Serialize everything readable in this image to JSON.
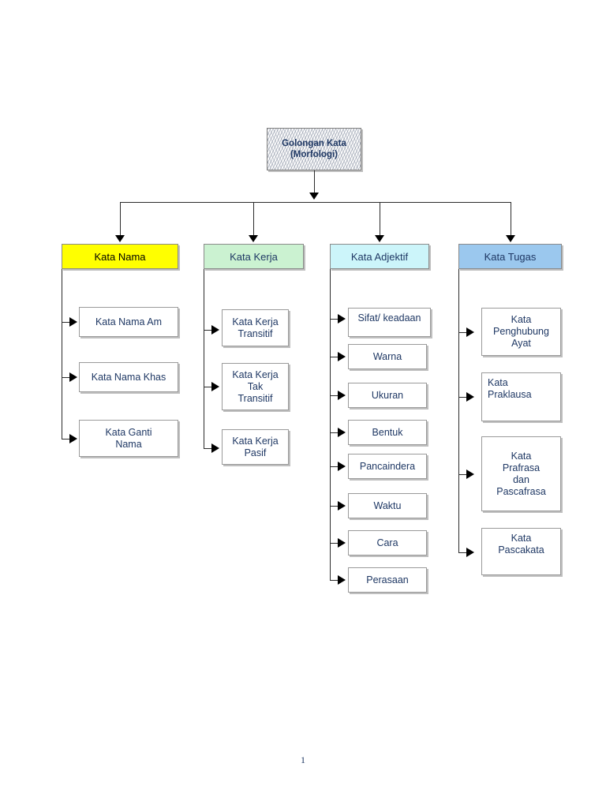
{
  "document": {
    "page_number": "1"
  },
  "diagram": {
    "type": "tree",
    "root": {
      "line1": "Golongan Kata",
      "line2": "(Morfologi)",
      "fill": "#f2f2f2",
      "text_color": "#1F3864"
    },
    "branches": [
      {
        "label": "Kata Nama",
        "fill": "#FFFF00",
        "text_color": "#000000",
        "children": [
          {
            "label": "Kata Nama Am"
          },
          {
            "label": "Kata Nama Khas"
          },
          {
            "label": "Kata Ganti\nNama"
          }
        ]
      },
      {
        "label": "Kata Kerja",
        "fill": "#CBF2D1",
        "text_color": "#1F3864",
        "children": [
          {
            "label": "Kata Kerja\nTransitif"
          },
          {
            "label": "Kata Kerja\nTak\nTransitif"
          },
          {
            "label": "Kata Kerja\nPasif"
          }
        ]
      },
      {
        "label": "Kata Adjektif",
        "fill": "#CCF5FA",
        "text_color": "#1F3864",
        "children": [
          {
            "label": "Sifat/ keadaan"
          },
          {
            "label": "Warna"
          },
          {
            "label": "Ukuran"
          },
          {
            "label": "Bentuk"
          },
          {
            "label": "Pancaindera"
          },
          {
            "label": "Waktu"
          },
          {
            "label": "Cara"
          },
          {
            "label": "Perasaan"
          }
        ]
      },
      {
        "label": "Kata Tugas",
        "fill": "#9BC8EE",
        "text_color": "#1F3864",
        "children": [
          {
            "label": "Kata\nPenghubung\nAyat"
          },
          {
            "label": "Kata\nPraklausa"
          },
          {
            "label": "Kata\nPrafrasa\ndan\nPascafrasa"
          },
          {
            "label": "Kata\nPascakata"
          }
        ]
      }
    ]
  }
}
